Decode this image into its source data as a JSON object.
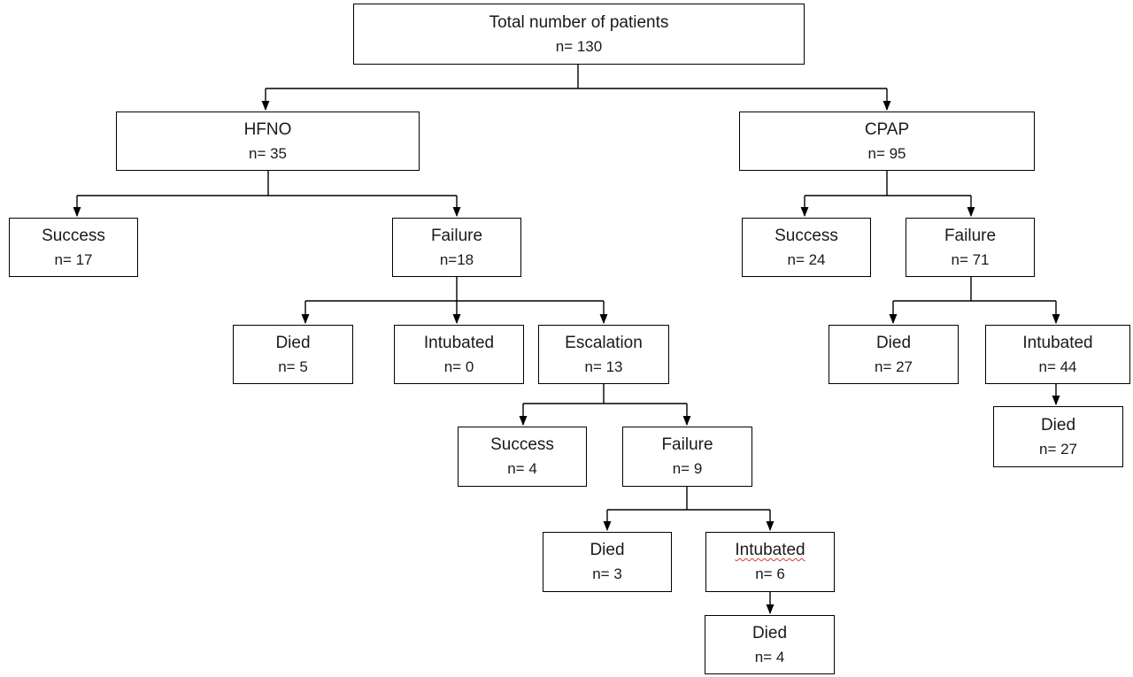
{
  "flowchart": {
    "total": {
      "label": "Total number of patients",
      "count": "n= 130"
    },
    "hfno": {
      "label": "HFNO",
      "count": "n= 35"
    },
    "cpap": {
      "label": "CPAP",
      "count": "n= 95"
    },
    "hfno_success": {
      "label": "Success",
      "count": "n= 17"
    },
    "hfno_failure": {
      "label": "Failure",
      "count": "n=18"
    },
    "cpap_success": {
      "label": "Success",
      "count": "n= 24"
    },
    "cpap_failure": {
      "label": "Failure",
      "count": "n= 71"
    },
    "hfno_failure_died": {
      "label": "Died",
      "count": "n= 5"
    },
    "hfno_failure_intubated": {
      "label": "Intubated",
      "count": "n= 0"
    },
    "hfno_failure_escalation": {
      "label": "Escalation",
      "count": "n= 13"
    },
    "cpap_failure_died": {
      "label": "Died",
      "count": "n= 27"
    },
    "cpap_failure_intubated": {
      "label": "Intubated",
      "count": "n= 44"
    },
    "cpap_intubated_died": {
      "label": "Died",
      "count": "n= 27"
    },
    "escalation_success": {
      "label": "Success",
      "count": "n= 4"
    },
    "escalation_failure": {
      "label": "Failure",
      "count": "n= 9"
    },
    "escalation_failure_died": {
      "label": "Died",
      "count": "n= 3"
    },
    "escalation_failure_intubated": {
      "label": "Intubated",
      "count": "n= 6"
    },
    "escalation_intubated_died": {
      "label": "Died",
      "count": "n= 4"
    }
  }
}
